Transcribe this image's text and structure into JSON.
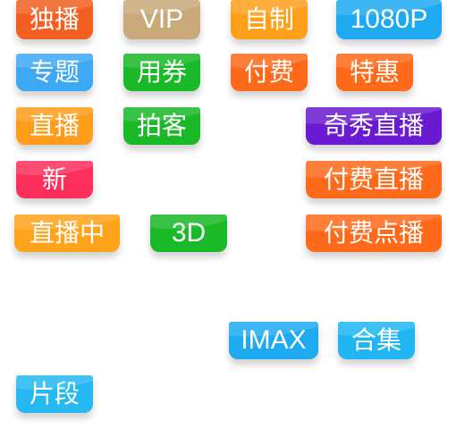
{
  "badges": [
    {
      "id": "dubo",
      "label": "独播",
      "color": "#F25F20"
    },
    {
      "id": "vip",
      "label": "VIP",
      "color": "#C9A87A"
    },
    {
      "id": "zizhi",
      "label": "自制",
      "color": "#FF9F1A"
    },
    {
      "id": "1080p",
      "label": "1080P",
      "color": "#1EAAF1"
    },
    {
      "id": "zhuanti",
      "label": "专题",
      "color": "#3DA9F5"
    },
    {
      "id": "yongquan",
      "label": "用券",
      "color": "#19B928"
    },
    {
      "id": "fufei",
      "label": "付费",
      "color": "#FF6A1A"
    },
    {
      "id": "tehui",
      "label": "特惠",
      "color": "#FF6A1A"
    },
    {
      "id": "zhibo",
      "label": "直播",
      "color": "#FF9D1A"
    },
    {
      "id": "paike",
      "label": "拍客",
      "color": "#19B928"
    },
    {
      "id": "qixiu",
      "label": "奇秀直播",
      "color": "#6A1BD1"
    },
    {
      "id": "xin",
      "label": "新",
      "color": "#FF2F5C"
    },
    {
      "id": "fufei-zhibo",
      "label": "付费直播",
      "color": "#FF6A1A"
    },
    {
      "id": "zhibozhong",
      "label": "直播中",
      "color": "#FFA41A"
    },
    {
      "id": "3d",
      "label": "3D",
      "color": "#19B928"
    },
    {
      "id": "fufei-dianbo",
      "label": "付费点播",
      "color": "#FF6A1A"
    },
    {
      "id": "imax",
      "label": "IMAX",
      "color": "#1EAAF1"
    },
    {
      "id": "heji",
      "label": "合集",
      "color": "#20B6F3"
    },
    {
      "id": "pianduan",
      "label": "片段",
      "color": "#25B8F3"
    }
  ]
}
